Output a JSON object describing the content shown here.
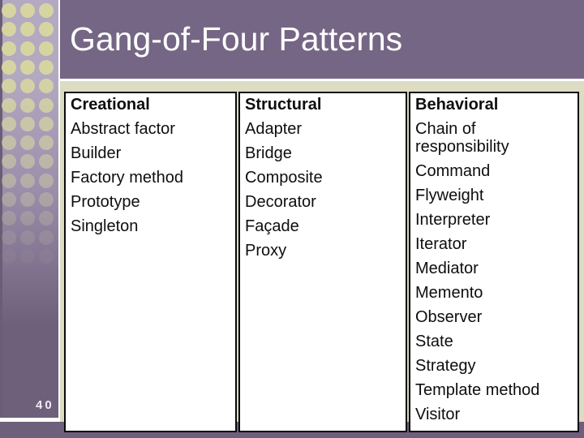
{
  "slide": {
    "title": "Gang-of-Four Patterns",
    "slide_number": "40",
    "columns": [
      {
        "header": "Creational",
        "items": [
          "Abstract factor",
          "Builder",
          "Factory method",
          "Prototype",
          "Singleton"
        ]
      },
      {
        "header": "Structural",
        "items": [
          "Adapter",
          "Bridge",
          "Composite",
          "Decorator",
          "Façade",
          "Proxy"
        ]
      },
      {
        "header": "Behavioral",
        "items": [
          "Chain of responsibility",
          "Command",
          "Flyweight",
          "Interpreter",
          "Iterator",
          "Mediator",
          "Memento",
          "Observer",
          "State",
          "Strategy",
          "Template method",
          "Visitor"
        ]
      }
    ],
    "colors": {
      "title_bar": "#756685",
      "bottom_bar": "#6e5f7a",
      "strip_top": "#b3a9c1",
      "strip_bottom": "#6e5f7a",
      "dots": "#d6d5a2",
      "panel_cream": "#dcdcc3",
      "box_border": "#0a0a0a",
      "title_text": "#ffffff"
    }
  }
}
